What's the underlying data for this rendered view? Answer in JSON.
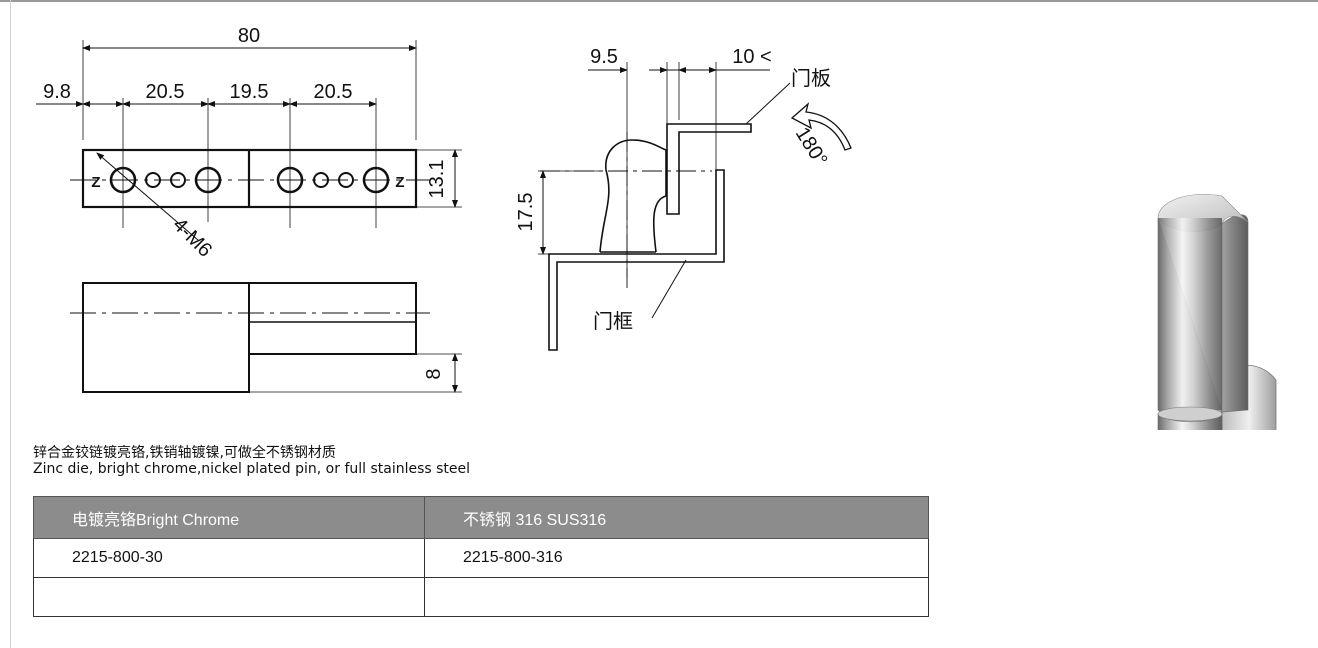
{
  "drawing": {
    "front_dims": {
      "overall": "80",
      "left_offset": "9.8",
      "seg1": "20.5",
      "seg2": "19.5",
      "seg3": "20.5",
      "height": "13.1",
      "holes": "4-M6",
      "hole_mark_left": "Z",
      "hole_mark_right": "Z"
    },
    "side_dims": {
      "thickness": "8"
    },
    "section_dims": {
      "width_a": "9.5",
      "width_b": "10 <",
      "height": "17.5",
      "angle": "180°",
      "door_panel": "门板",
      "door_frame": "门框"
    }
  },
  "description": {
    "cn": "锌合金铰链镀亮铬,铁销轴镀镍,可做全不锈钢材质",
    "en": "Zinc die, bright chrome,nickel plated pin, or full stainless steel"
  },
  "table": {
    "headers": [
      "电镀亮铬Bright Chrome",
      "不锈钢 316 SUS316"
    ],
    "rows": [
      [
        "2215-800-30",
        "2215-800-316"
      ],
      [
        "",
        ""
      ]
    ]
  }
}
